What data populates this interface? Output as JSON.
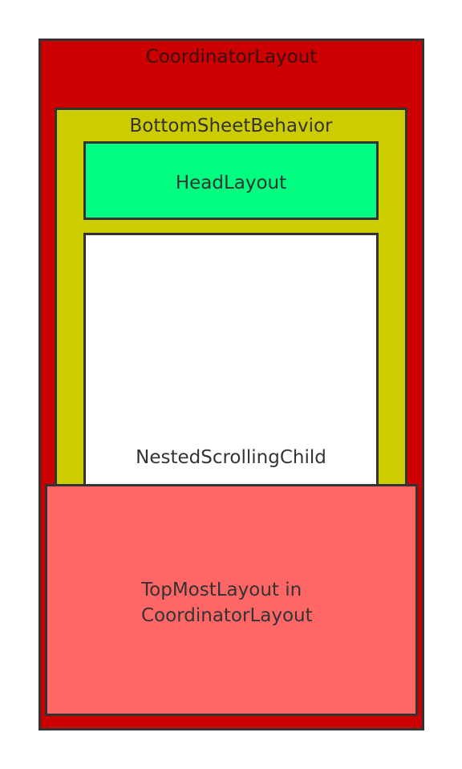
{
  "diagram": {
    "coordinator_label": "CoordinatorLayout",
    "bottom_sheet_label": "BottomSheetBehavior",
    "head_layout_label": "HeadLayout",
    "nested_scrolling_label": "NestedScrollingChild",
    "topmost_label": "TopMostLayout in\nCoordinatorLayout"
  },
  "colors": {
    "coordinator": "#cc0000",
    "bottom_sheet": "#cccc00",
    "head_layout": "#00ff80",
    "nested_scrolling": "#ffffff",
    "topmost": "#ff6666",
    "border": "#333333"
  }
}
